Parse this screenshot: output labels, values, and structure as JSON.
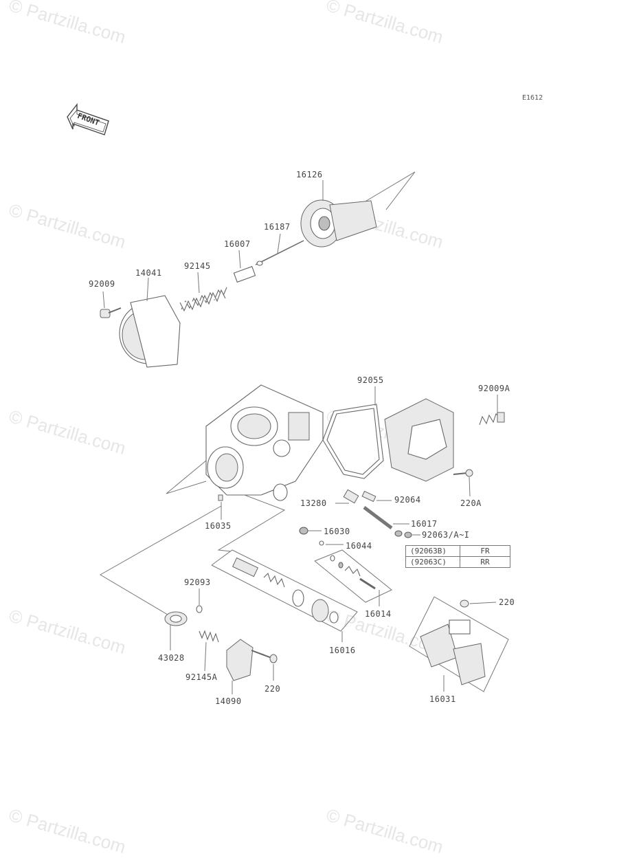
{
  "diagram_code": "E1612",
  "front_label": "FRONT",
  "watermark": "© Partzilla.com",
  "parts": [
    {
      "id": "p16126",
      "number": "16126"
    },
    {
      "id": "p16187",
      "number": "16187"
    },
    {
      "id": "p16007",
      "number": "16007"
    },
    {
      "id": "p92145",
      "number": "92145"
    },
    {
      "id": "p14041",
      "number": "14041"
    },
    {
      "id": "p92009",
      "number": "92009"
    },
    {
      "id": "p92055",
      "number": "92055"
    },
    {
      "id": "p92009A",
      "number": "92009A"
    },
    {
      "id": "p92064",
      "number": "92064"
    },
    {
      "id": "p13280",
      "number": "13280"
    },
    {
      "id": "p220A",
      "number": "220A"
    },
    {
      "id": "p16017",
      "number": "16017"
    },
    {
      "id": "p16030",
      "number": "16030"
    },
    {
      "id": "p92063",
      "number": "92063/A~I"
    },
    {
      "id": "p16044",
      "number": "16044"
    },
    {
      "id": "p16035",
      "number": "16035"
    },
    {
      "id": "p92093",
      "number": "92093"
    },
    {
      "id": "p16014",
      "number": "16014"
    },
    {
      "id": "p220a",
      "number": "220"
    },
    {
      "id": "p16016",
      "number": "16016"
    },
    {
      "id": "p43028",
      "number": "43028"
    },
    {
      "id": "p92145A",
      "number": "92145A"
    },
    {
      "id": "p220b",
      "number": "220"
    },
    {
      "id": "p14090",
      "number": "14090"
    },
    {
      "id": "p16031",
      "number": "16031"
    }
  ],
  "legend": [
    {
      "code": "(92063B)",
      "position": "FR"
    },
    {
      "code": "(92063C)",
      "position": "RR"
    }
  ]
}
